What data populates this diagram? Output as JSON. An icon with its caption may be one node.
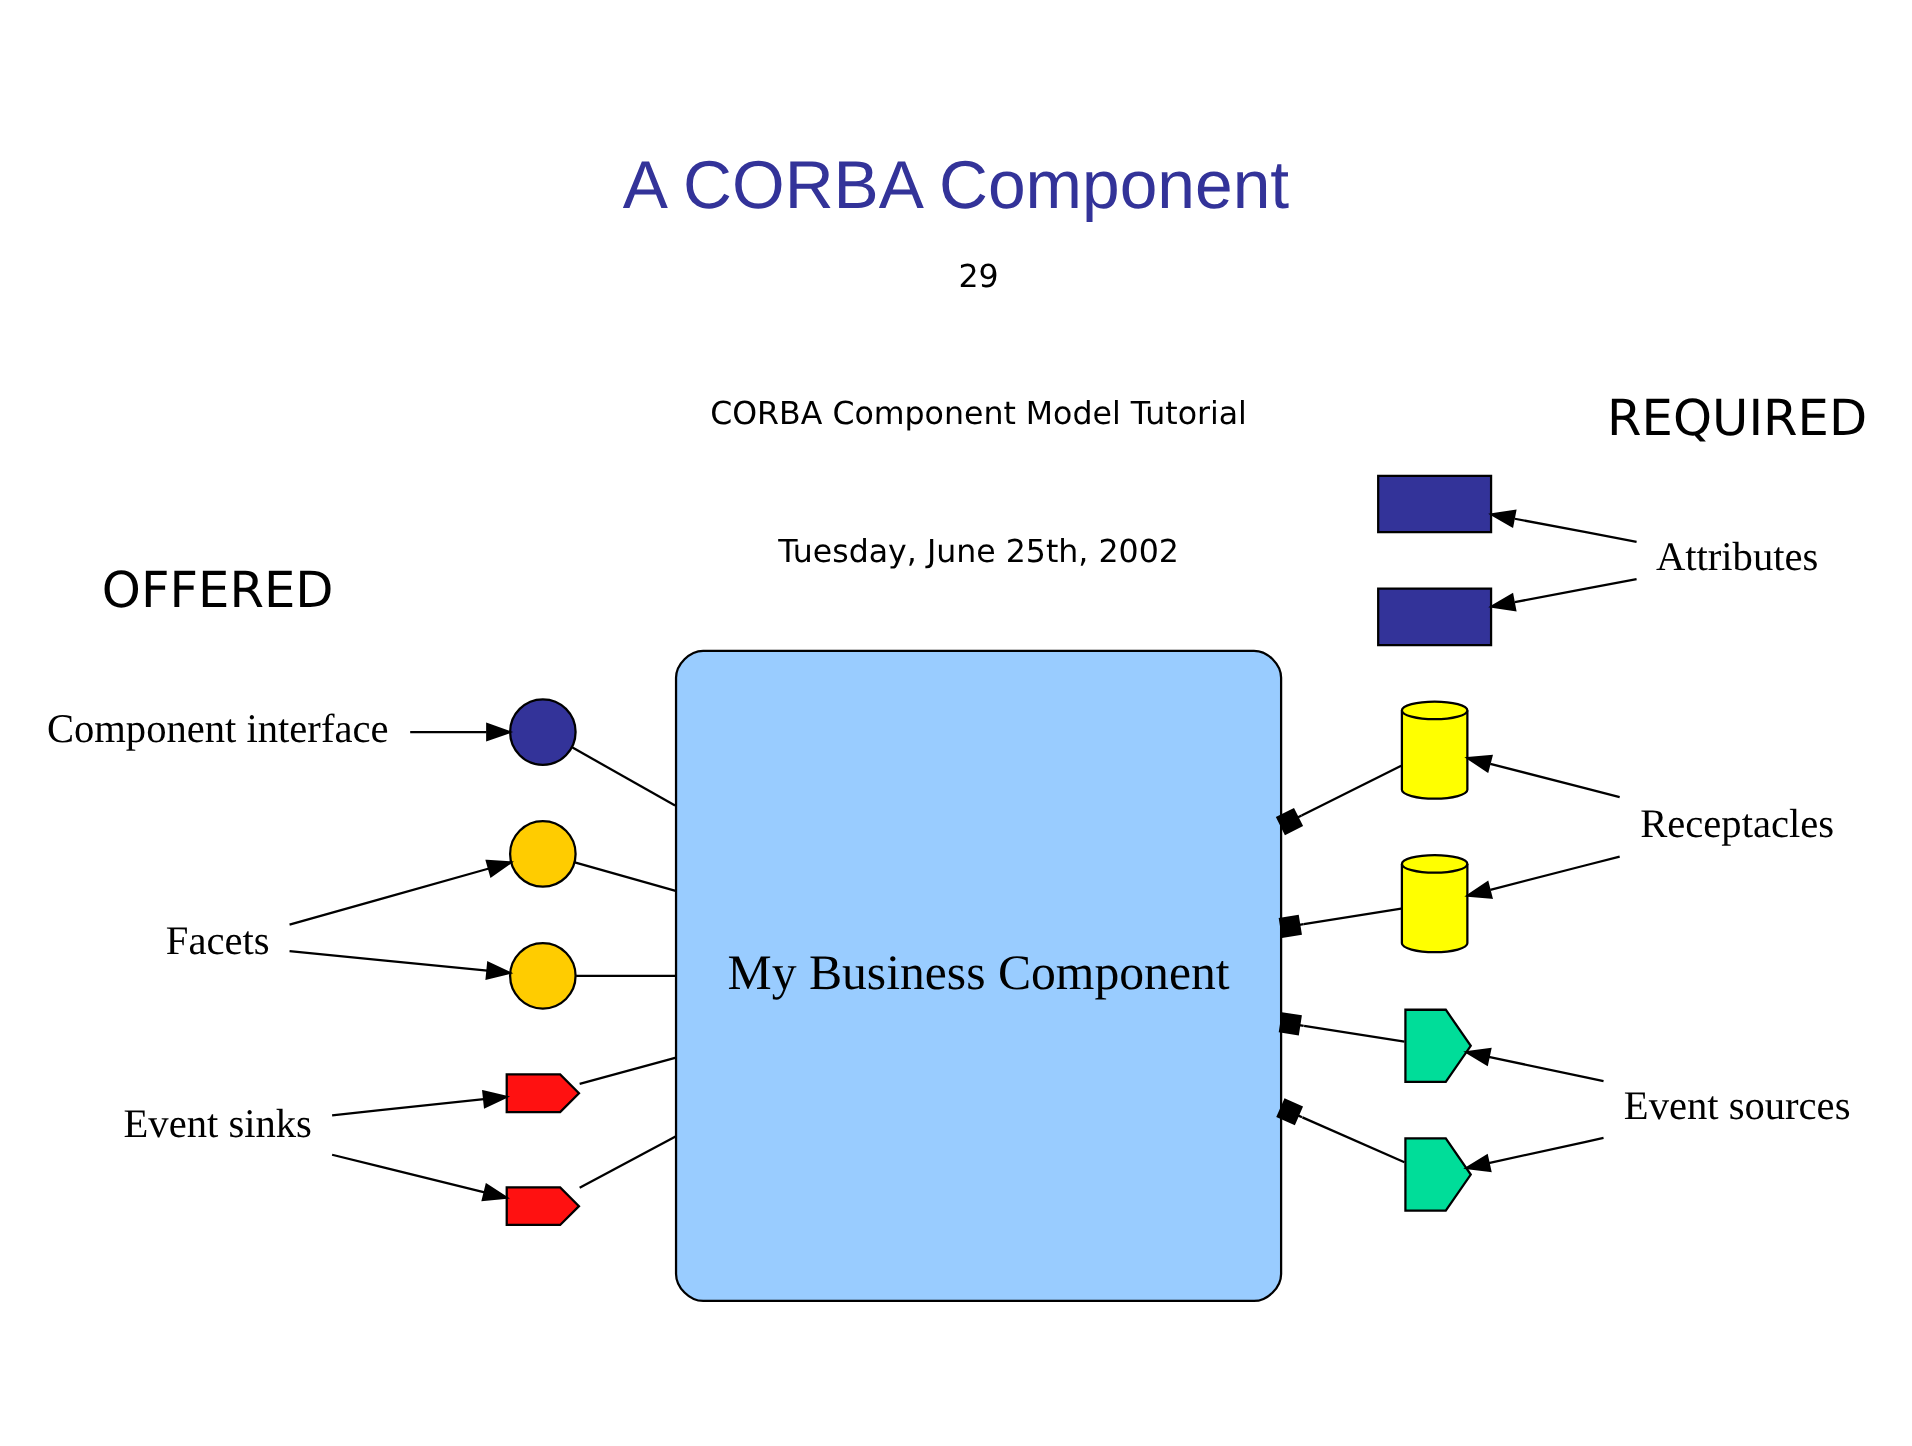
{
  "diagram": {
    "title": "A CORBA Component",
    "nodes": [
      {
        "text": [
          "Component interface"
        ]
      },
      {
        "text": [],
        "shape": "circle"
      },
      {
        "text": [
          "My Business Component"
        ]
      },
      {
        "text": [
          "Facets"
        ]
      },
      {
        "text": [],
        "shape": "circle"
      },
      {
        "text": [],
        "shape": "circle"
      },
      {
        "text": [
          "Event sinks"
        ]
      },
      {
        "text": [],
        "shape": "chevron"
      },
      {
        "text": [],
        "shape": "chevron"
      },
      {
        "text": [
          "Receptacles"
        ]
      },
      {
        "text": [],
        "shape": "semicircle"
      },
      {
        "text": [],
        "shape": "semicircle"
      },
      {
        "text": [
          "Event sources"
        ]
      },
      {
        "text": [],
        "shape": "pentagon"
      },
      {
        "text": [],
        "shape": "pentagon"
      },
      {
        "text": [
          "Attributes"
        ]
      },
      {
        "text": [],
        "shape": "box"
      },
      {
        "text": [],
        "shape": "box"
      }
    ],
    "edges": [
      {
        "from": 0,
        "to": 1,
        "arrow": "to"
      },
      {
        "from": 2,
        "to": 1,
        "arrow": "none"
      },
      {
        "from": 3,
        "to": 4,
        "arrow": "to"
      },
      {
        "from": 3,
        "to": 5,
        "arrow": "to"
      },
      {
        "from": 2,
        "to": 4,
        "arrow": "none"
      },
      {
        "from": 2,
        "to": 5,
        "arrow": "none"
      },
      {
        "from": 6,
        "to": 7,
        "arrow": "to"
      },
      {
        "from": 6,
        "to": 8,
        "arrow": "to"
      },
      {
        "from": 2,
        "to": 7,
        "arrow": "none"
      },
      {
        "from": 2,
        "to": 8,
        "arrow": "none"
      },
      {
        "from": 9,
        "to": 10,
        "arrow": "to"
      },
      {
        "from": 9,
        "to": 11,
        "arrow": "to"
      },
      {
        "from": 2,
        "to": 10,
        "arrow": "other"
      },
      {
        "from": 2,
        "to": 11,
        "arrow": "other"
      },
      {
        "from": 12,
        "to": 13,
        "arrow": "to"
      },
      {
        "from": 12,
        "to": 14,
        "arrow": "to"
      },
      {
        "from": 2,
        "to": 13,
        "arrow": "other"
      },
      {
        "from": 2,
        "to": 14,
        "arrow": "other"
      },
      {
        "from": 15,
        "to": 16,
        "arrow": "to"
      },
      {
        "from": 15,
        "to": 17,
        "arrow": "to"
      }
    ],
    "labels": [
      "OFFERED",
      "REQUIRED",
      "Tuesday, June 25th, 2002",
      "CORBA Component Model Tutorial",
      "29"
    ]
  }
}
